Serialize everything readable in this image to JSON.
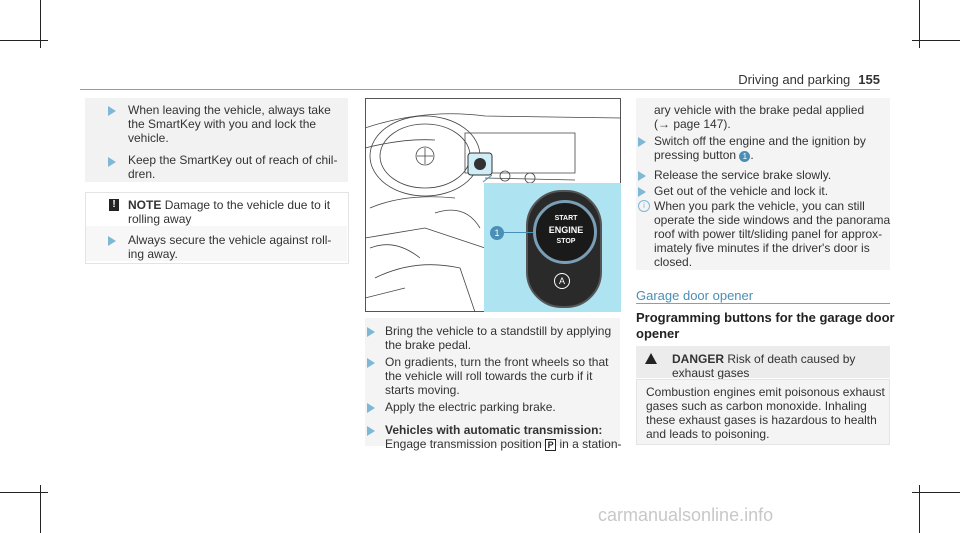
{
  "header": {
    "section": "Driving and parking",
    "page": "155"
  },
  "left_column": {
    "steps_a": [
      [
        "When leaving the vehicle, always take",
        "the SmartKey with you and lock the",
        "vehicle."
      ],
      [
        "Keep the SmartKey out of reach of chil-",
        "dren."
      ]
    ],
    "note": {
      "label": "NOTE",
      "line1": "Damage to the vehicle due to it",
      "line2": "rolling away"
    },
    "steps_b": [
      [
        "Always secure the vehicle against roll-",
        "ing away."
      ]
    ]
  },
  "figure": {
    "callout": "1",
    "button_start": "START",
    "button_engine": "ENGINE",
    "button_stop": "STOP",
    "accent_color": "#aee3f2"
  },
  "middle_column": {
    "steps": [
      [
        "Bring the vehicle to a standstill by applying",
        "the brake pedal."
      ],
      [
        "On gradients, turn the front wheels so that",
        "the vehicle will roll towards the curb if it",
        "starts moving."
      ],
      [
        "Apply the electric parking brake."
      ]
    ],
    "auto_heading": "Vehicles with automatic transmission:",
    "auto_line": "Engage transmission position",
    "auto_gear": "P",
    "auto_tail": "in a station-"
  },
  "right_column": {
    "cont_line1": "ary vehicle with the brake pedal applied",
    "cont_line2": "(→ page 147).",
    "steps": [
      [
        "Switch off the engine and the ignition by",
        "pressing button"
      ],
      [
        "Release the service brake slowly."
      ],
      [
        "Get out of the vehicle and lock it."
      ]
    ],
    "step1_badge": "1",
    "info": [
      "When you park the vehicle, you can still",
      "operate the side windows and the panorama",
      "roof with power tilt/sliding panel for approx-",
      "imately five minutes if the driver's door is",
      "closed."
    ],
    "section_title": "Garage door opener",
    "sub_title_1": "Programming buttons for the garage door",
    "sub_title_2": "opener",
    "danger": {
      "label": "DANGER",
      "line1": "Risk of death caused by",
      "line2": "exhaust gases",
      "body": [
        "Combustion engines emit poisonous exhaust",
        "gases such as carbon monoxide. Inhaling",
        "these exhaust gases is hazardous to health",
        "and leads to poisoning."
      ]
    }
  },
  "watermark": "carmanualsonline.info"
}
